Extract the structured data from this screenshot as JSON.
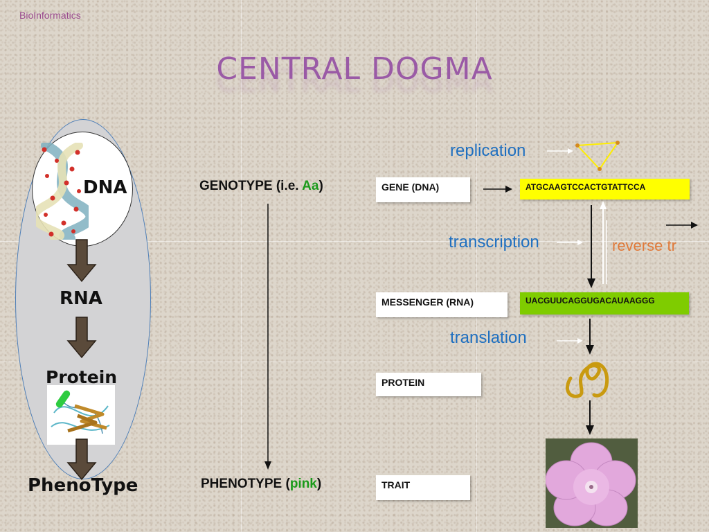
{
  "header": {
    "label": "BioInformatics"
  },
  "title": "CENTRAL DOGMA",
  "dogma": {
    "dna": "DNA",
    "rna": "RNA",
    "protein": "Protein",
    "phenotype": "PhenoType"
  },
  "genotype": {
    "prefix": "GENOTYPE (i.e. ",
    "highlight": "Aa",
    "suffix": ")"
  },
  "phenotype": {
    "prefix": "PHENOTYPE (",
    "highlight": "pink",
    "suffix": ")"
  },
  "boxes": {
    "gene": "GENE  (DNA)",
    "messenger": "MESSENGER (RNA)",
    "protein": "PROTEIN",
    "trait": "TRAIT"
  },
  "sequences": {
    "dna": "ATGCAAGTCCACTGTATTCCA",
    "rna": "UACGUUCAGGUGACAUAAGGG"
  },
  "processes": {
    "replication": "replication",
    "transcription": "transcription",
    "translation": "translation",
    "reverse": "reverse tr"
  },
  "colors": {
    "title": "#9a5aa6",
    "process": "#1e6fc0",
    "reverse": "#e07a3a",
    "dna_seq_bg": "#ffff00",
    "rna_seq_bg": "#7fcc00",
    "highlight_green": "#1a9a1a",
    "dogma_arrow": "#5a4a3a"
  }
}
